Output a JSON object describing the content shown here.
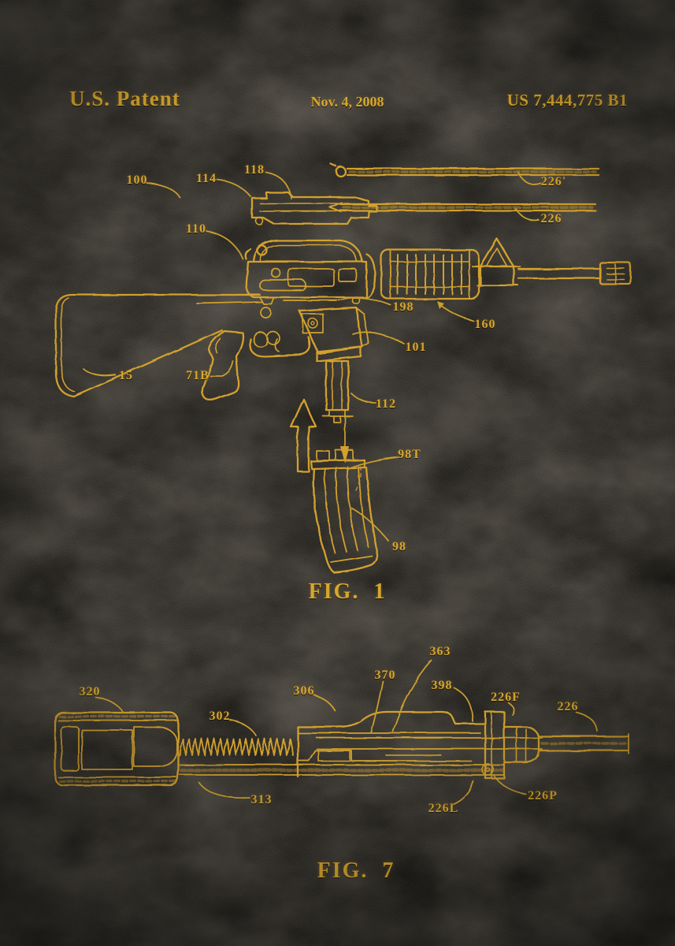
{
  "poster": {
    "header": {
      "title": "U.S. Patent",
      "date": "Nov. 4, 2008",
      "number": "US 7,444,775 B1"
    },
    "colors": {
      "background": "#0e0d0b",
      "gold": "#d2a12e",
      "gold_bright": "#eec454"
    },
    "fig1": {
      "caption": "FIG.  1",
      "labels": [
        "100",
        "114",
        "118",
        "226'",
        "226",
        "110",
        "198",
        "160",
        "101",
        "15",
        "71B",
        "112",
        "98T",
        "98"
      ]
    },
    "fig7": {
      "caption": "FIG.  7",
      "labels": [
        "320",
        "302",
        "306",
        "370",
        "363",
        "398",
        "226F",
        "226",
        "313",
        "226L",
        "226P"
      ]
    }
  }
}
